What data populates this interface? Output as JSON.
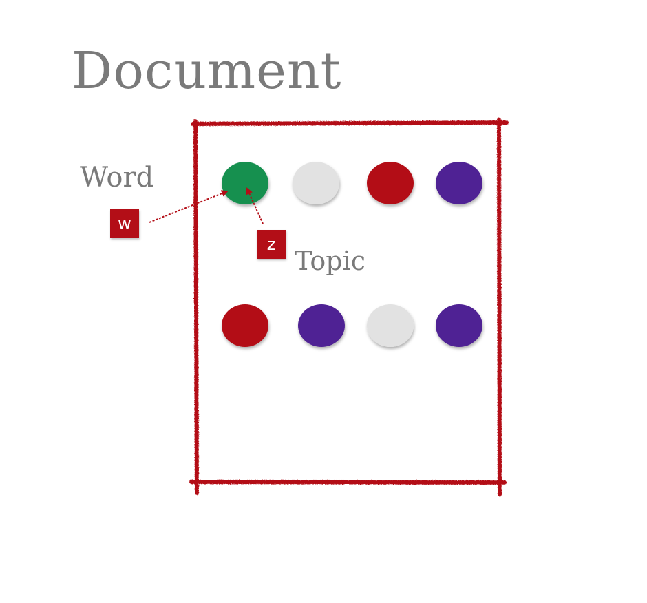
{
  "title": "Document",
  "labels": {
    "word": "Word",
    "topic": "Topic"
  },
  "variables": {
    "w": "w",
    "z": "z"
  },
  "colors": {
    "green": "#139050",
    "gray": "#e2e2e2",
    "red": "#b30e17",
    "purple": "#502494",
    "frame": "#b30e17",
    "text": "#7a7a7a"
  },
  "rows": [
    [
      "green",
      "gray",
      "red",
      "purple"
    ],
    [
      "red",
      "purple",
      "gray",
      "purple"
    ]
  ]
}
